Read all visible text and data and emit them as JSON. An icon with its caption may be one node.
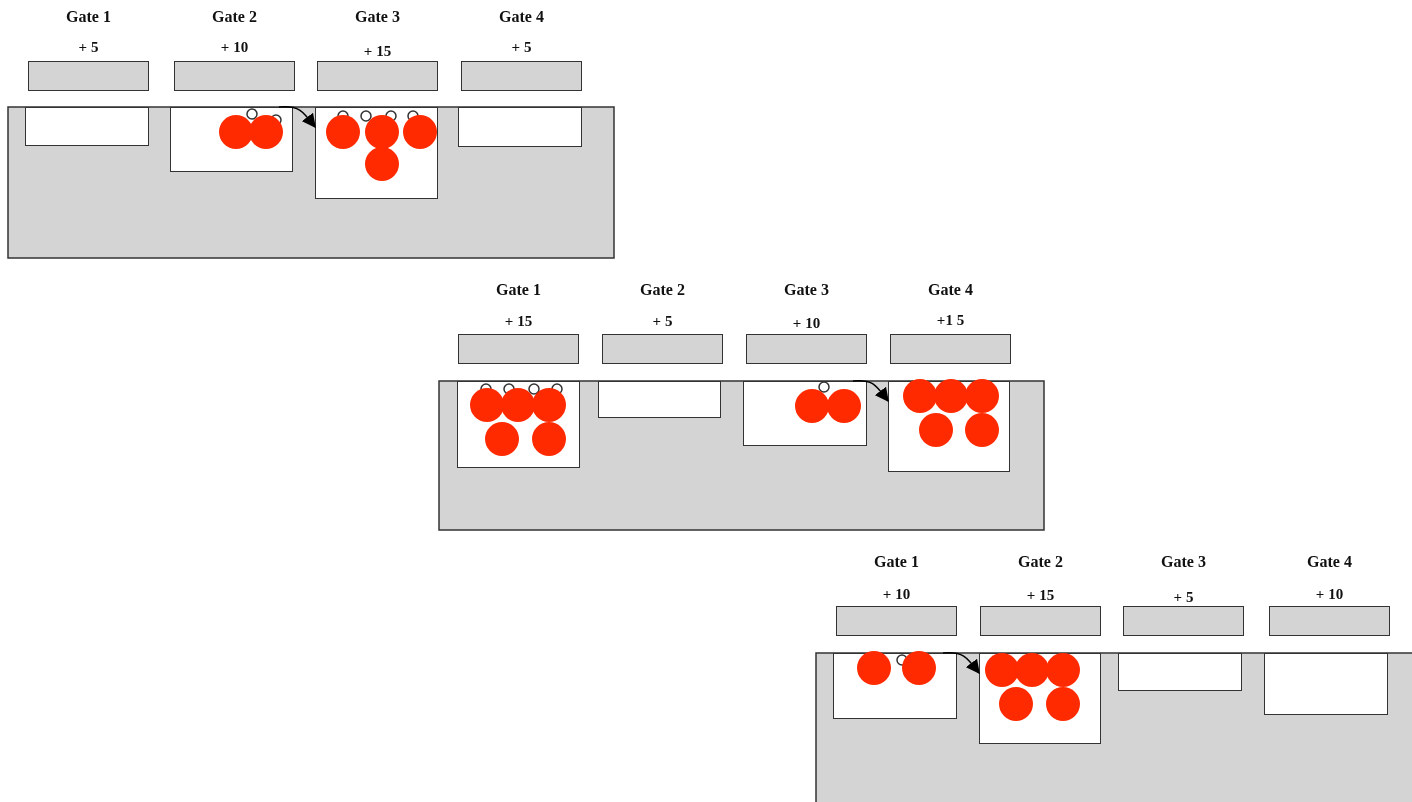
{
  "diagram": {
    "nodes": [
      {
        "text": [
          "Gate 1",
          "+ 5"
        ]
      },
      {
        "text": [
          "Gate 2",
          "+ 10"
        ]
      },
      {
        "text": [
          "Gate 3",
          "+ 15"
        ]
      },
      {
        "text": [
          "Gate 4",
          "+ 5"
        ]
      },
      {
        "text": [],
        "shape": "box"
      },
      {
        "text": [],
        "shape": "box"
      },
      {
        "text": [],
        "shape": "box"
      },
      {
        "text": [],
        "shape": "box"
      },
      {
        "text": [
          "Gate 1",
          "+ 15"
        ]
      },
      {
        "text": [
          "Gate 2",
          "+ 5"
        ]
      },
      {
        "text": [
          "Gate 3",
          "+ 10"
        ]
      },
      {
        "text": [
          "Gate 4",
          "+1 5"
        ]
      },
      {
        "text": [],
        "shape": "box"
      },
      {
        "text": [],
        "shape": "box"
      },
      {
        "text": [],
        "shape": "box"
      },
      {
        "text": [],
        "shape": "box"
      },
      {
        "text": [
          "Gate 1",
          "+ 10"
        ]
      },
      {
        "text": [
          "Gate 2",
          "+ 15"
        ]
      },
      {
        "text": [
          "Gate 3",
          "+ 5"
        ]
      },
      {
        "text": [
          "Gate 4",
          "+ 10"
        ]
      },
      {
        "text": [],
        "shape": "box"
      },
      {
        "text": [],
        "shape": "box"
      },
      {
        "text": [],
        "shape": "box"
      },
      {
        "text": [],
        "shape": "box"
      }
    ],
    "edges": [
      {
        "from": 5,
        "to": 6,
        "arrow": "to"
      },
      {
        "from": 14,
        "to": 15,
        "arrow": "to"
      },
      {
        "from": 20,
        "to": 21,
        "arrow": "to"
      }
    ]
  }
}
